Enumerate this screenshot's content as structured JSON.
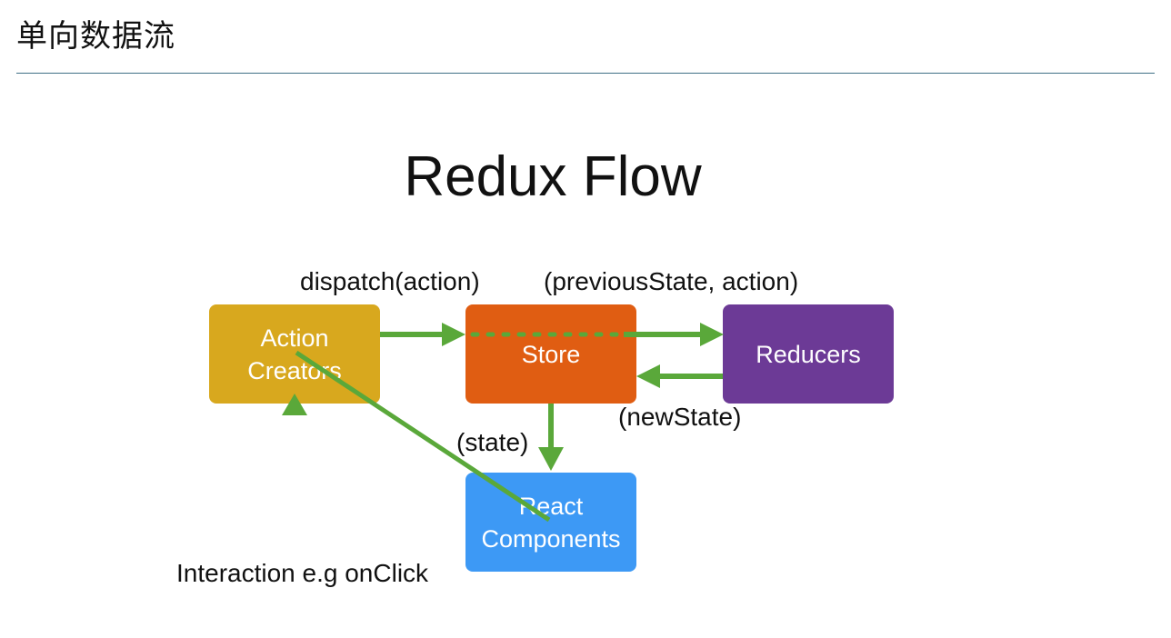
{
  "heading": "单向数据流",
  "diagram": {
    "title": "Redux Flow",
    "nodes": {
      "action_creators": {
        "line1": "Action",
        "line2": "Creators",
        "color": "#d8a81e"
      },
      "store": {
        "label": "Store",
        "color": "#e05d12"
      },
      "reducers": {
        "label": "Reducers",
        "color": "#6c3a96"
      },
      "react_components": {
        "line1": "React",
        "line2": "Components",
        "color": "#3d99f5"
      }
    },
    "edge_labels": {
      "dispatch": "dispatch(action)",
      "previous_state": "(previousState, action)",
      "new_state": "(newState)",
      "state": "(state)",
      "interaction": "Interaction e.g onClick"
    },
    "arrow_color": "#5aa83a"
  }
}
